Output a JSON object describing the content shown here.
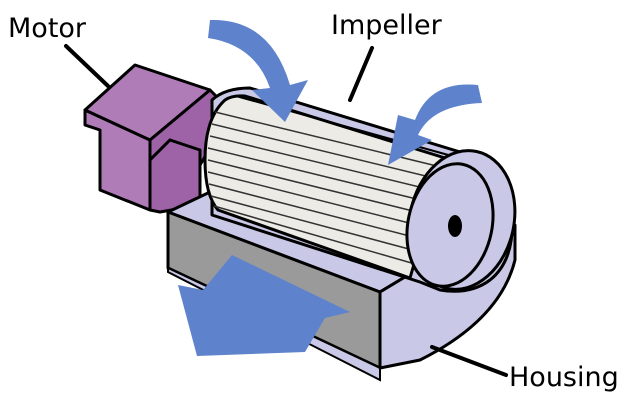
{
  "labels": {
    "motor": "Motor",
    "impeller": "Impeller",
    "housing": "Housing"
  },
  "colors": {
    "motor": "#b07cb8",
    "motor_dark": "#9d63a6",
    "housing": "#c9c8e6",
    "housing_shadow": "#b3b2d8",
    "impeller": "#ecebe6",
    "airflow": "#5e83cc",
    "outlet_interior": "#9a9a9a"
  }
}
